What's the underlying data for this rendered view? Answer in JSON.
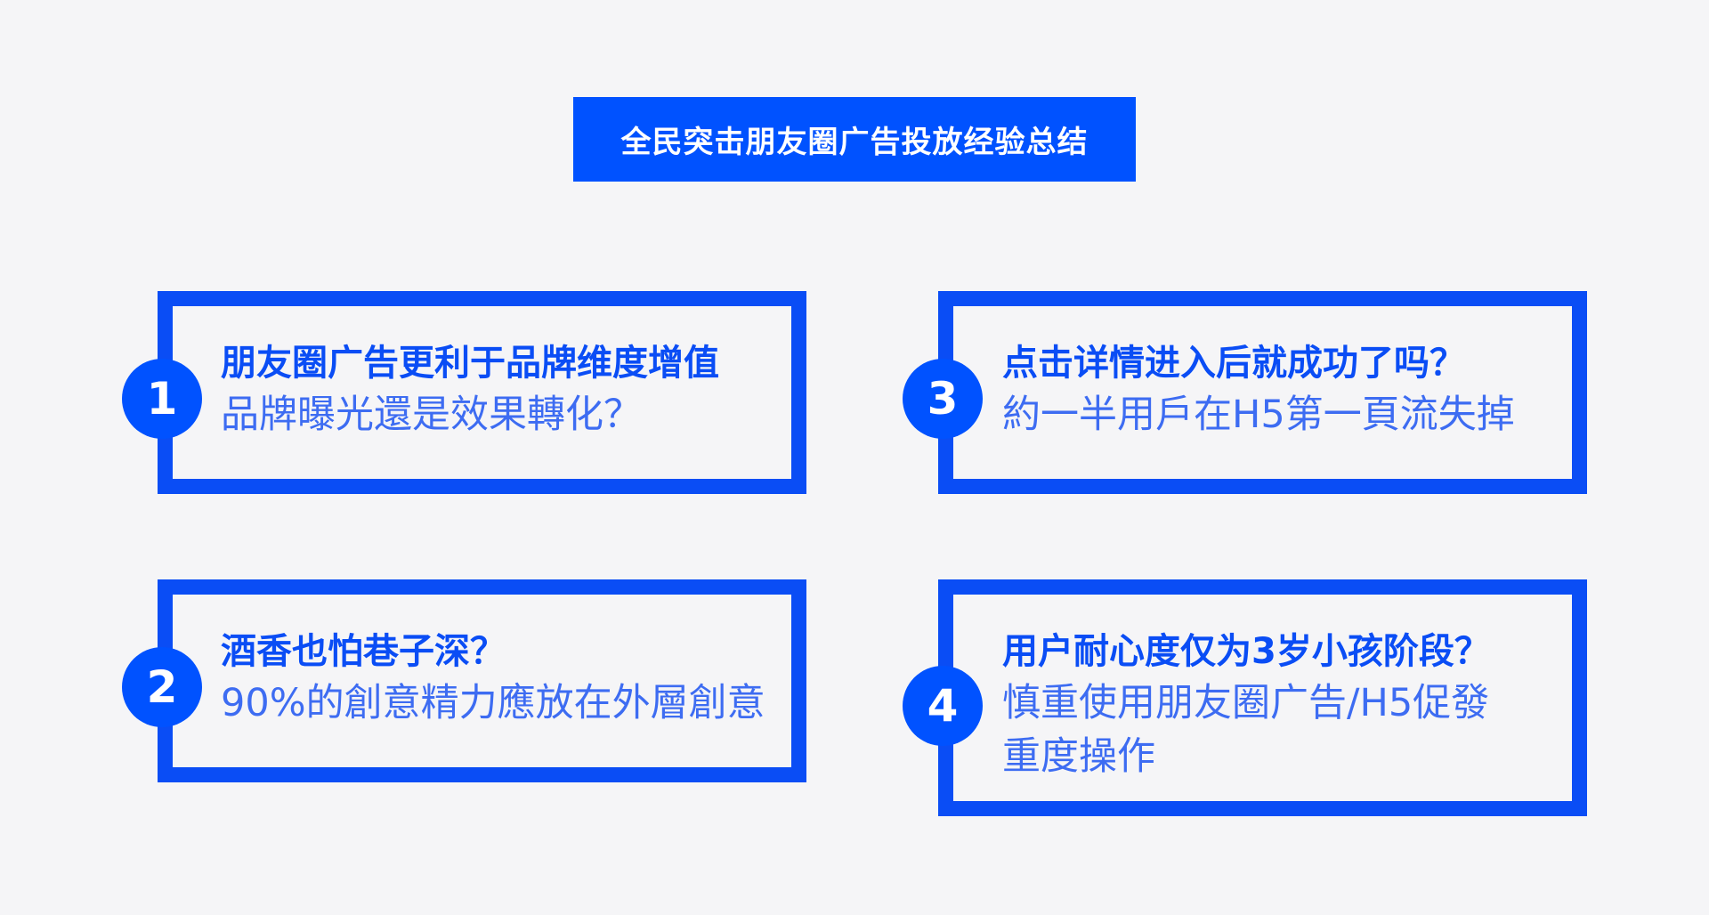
{
  "title": "全民突击朋友圈广告投放经验总结",
  "colors": {
    "accent": "#0a4df5",
    "badge": "#0052ff",
    "background": "#f5f5f7"
  },
  "items": [
    {
      "number": "1",
      "headline": "朋友圈广告更利于品牌维度增值",
      "lines": [
        "品牌曝光還是效果轉化？"
      ]
    },
    {
      "number": "2",
      "headline": "酒香也怕巷子深？",
      "lines": [
        "90%的創意精力應放在外層創意"
      ]
    },
    {
      "number": "3",
      "headline": "点击详情进入后就成功了吗？",
      "lines": [
        "約一半用戶在H5第一頁流失掉"
      ]
    },
    {
      "number": "4",
      "headline": "用户耐心度仅为3岁小孩阶段？",
      "lines": [
        "慎重使用朋友圈广告/H5促發",
        "重度操作"
      ]
    }
  ]
}
